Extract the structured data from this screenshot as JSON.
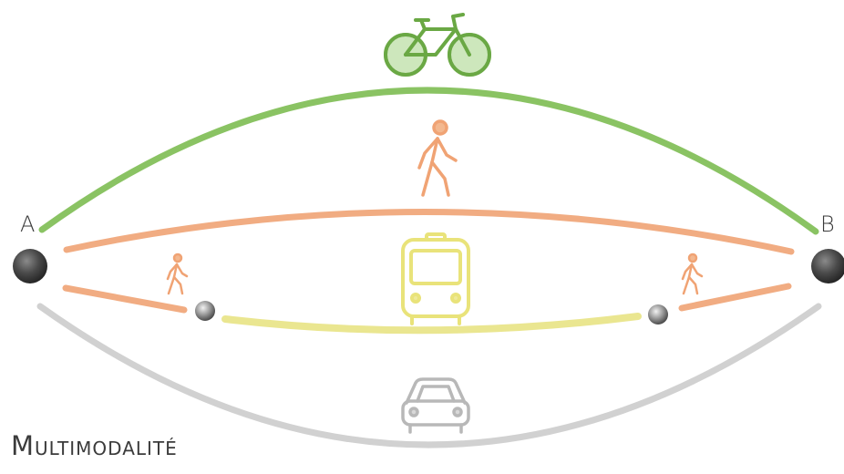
{
  "diagram": {
    "title": "Multimodalité",
    "endpoints": {
      "start": "A",
      "end": "B"
    },
    "routes": [
      {
        "mode": "bicycle",
        "color": "#7dbd52"
      },
      {
        "mode": "walking",
        "color": "#f0a374"
      },
      {
        "mode": "walk-bus-walk",
        "segments": [
          "walking",
          "bus",
          "walking"
        ],
        "walk_color": "#f0a374",
        "bus_color": "#e9e58a"
      },
      {
        "mode": "car",
        "color": "#cfcfcf"
      }
    ],
    "icons": [
      "bicycle-icon",
      "pedestrian-icon",
      "bus-icon",
      "car-icon"
    ],
    "colors": {
      "node": "#3d3d3d",
      "text": "#3a3a3a"
    }
  }
}
